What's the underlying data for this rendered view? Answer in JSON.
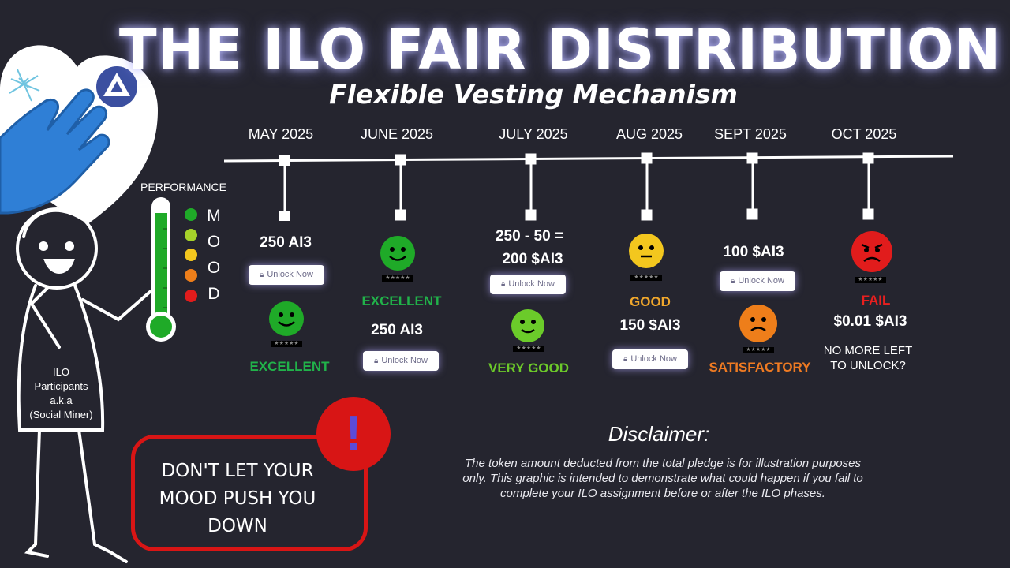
{
  "header": {
    "title": "THE ILO FAIR DISTRIBUTION",
    "subtitle": "Flexible Vesting Mechanism"
  },
  "timeline": [
    {
      "month": "MAY 2025",
      "amount": "250 AI3",
      "rating": "EXCELLENT",
      "rating_color": "#21b24a",
      "mood": "excellent",
      "button": "Unlock Now"
    },
    {
      "month": "JUNE 2025",
      "amount": "250 AI3",
      "rating": "EXCELLENT",
      "rating_color": "#21b24a",
      "mood": "excellent",
      "button": "Unlock Now"
    },
    {
      "month": "JULY 2025",
      "amount_line1": "250 - 50 =",
      "amount_line2": "200 $AI3",
      "rating": "VERY GOOD",
      "rating_color": "#6cc92a",
      "mood": "very-good",
      "button": "Unlock Now"
    },
    {
      "month": "AUG 2025",
      "amount": "150 $AI3",
      "rating": "GOOD",
      "rating_color": "#f0a72c",
      "mood": "good",
      "button": "Unlock Now"
    },
    {
      "month": "SEPT 2025",
      "amount": "100 $AI3",
      "rating": "SATISFACTORY",
      "rating_color": "#f07b22",
      "mood": "satisfactory",
      "button": "Unlock Now"
    },
    {
      "month": "OCT 2025",
      "amount": "$0.01 $AI3",
      "rating": "FAIL",
      "rating_color": "#e81f1f",
      "mood": "fail",
      "note_line1": "NO MORE LEFT",
      "note_line2": "TO UNLOCK?"
    }
  ],
  "stars": "★★★★★",
  "performance": {
    "label": "PERFORMANCE",
    "mood_letters": [
      "M",
      "O",
      "O",
      "D"
    ],
    "level": 0.9
  },
  "participant": {
    "line1": "ILO",
    "line2": "Participants",
    "line3": "a.k.a",
    "line4": "(Social Miner)"
  },
  "warning": {
    "line1": "DON'T LET YOUR",
    "line2": "MOOD PUSH YOU",
    "line3": "DOWN",
    "mark": "!"
  },
  "disclaimer": {
    "title": "Disclaimer:",
    "line1": "The token amount deducted from the total pledge is for illustration purposes",
    "line2": "only. This graphic is intended to demonstrate what could happen if you fail to",
    "line3": "complete your ILO assignment before or after the ILO phases."
  },
  "colors": {
    "background": "#25252f",
    "alert_red": "#d81515",
    "heart": "#ffffff",
    "hand": "#2f7fd6"
  },
  "icons": [
    "heart-icon",
    "hand-icon",
    "snowflake-logo-icon",
    "triangle-logo-icon",
    "thermometer-icon",
    "exclamation-icon"
  ]
}
